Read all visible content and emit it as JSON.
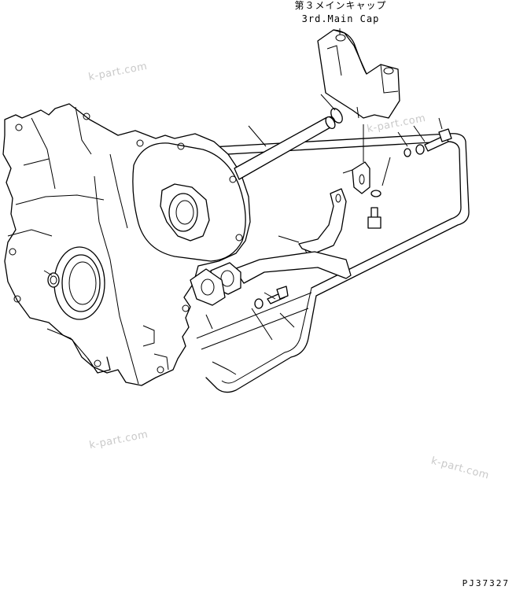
{
  "labels": {
    "main_cap_jp": "第３メインキャップ",
    "main_cap_en": "3rd.Main Cap"
  },
  "watermark_text": "k-part.com",
  "figure_code": "PJ37327"
}
